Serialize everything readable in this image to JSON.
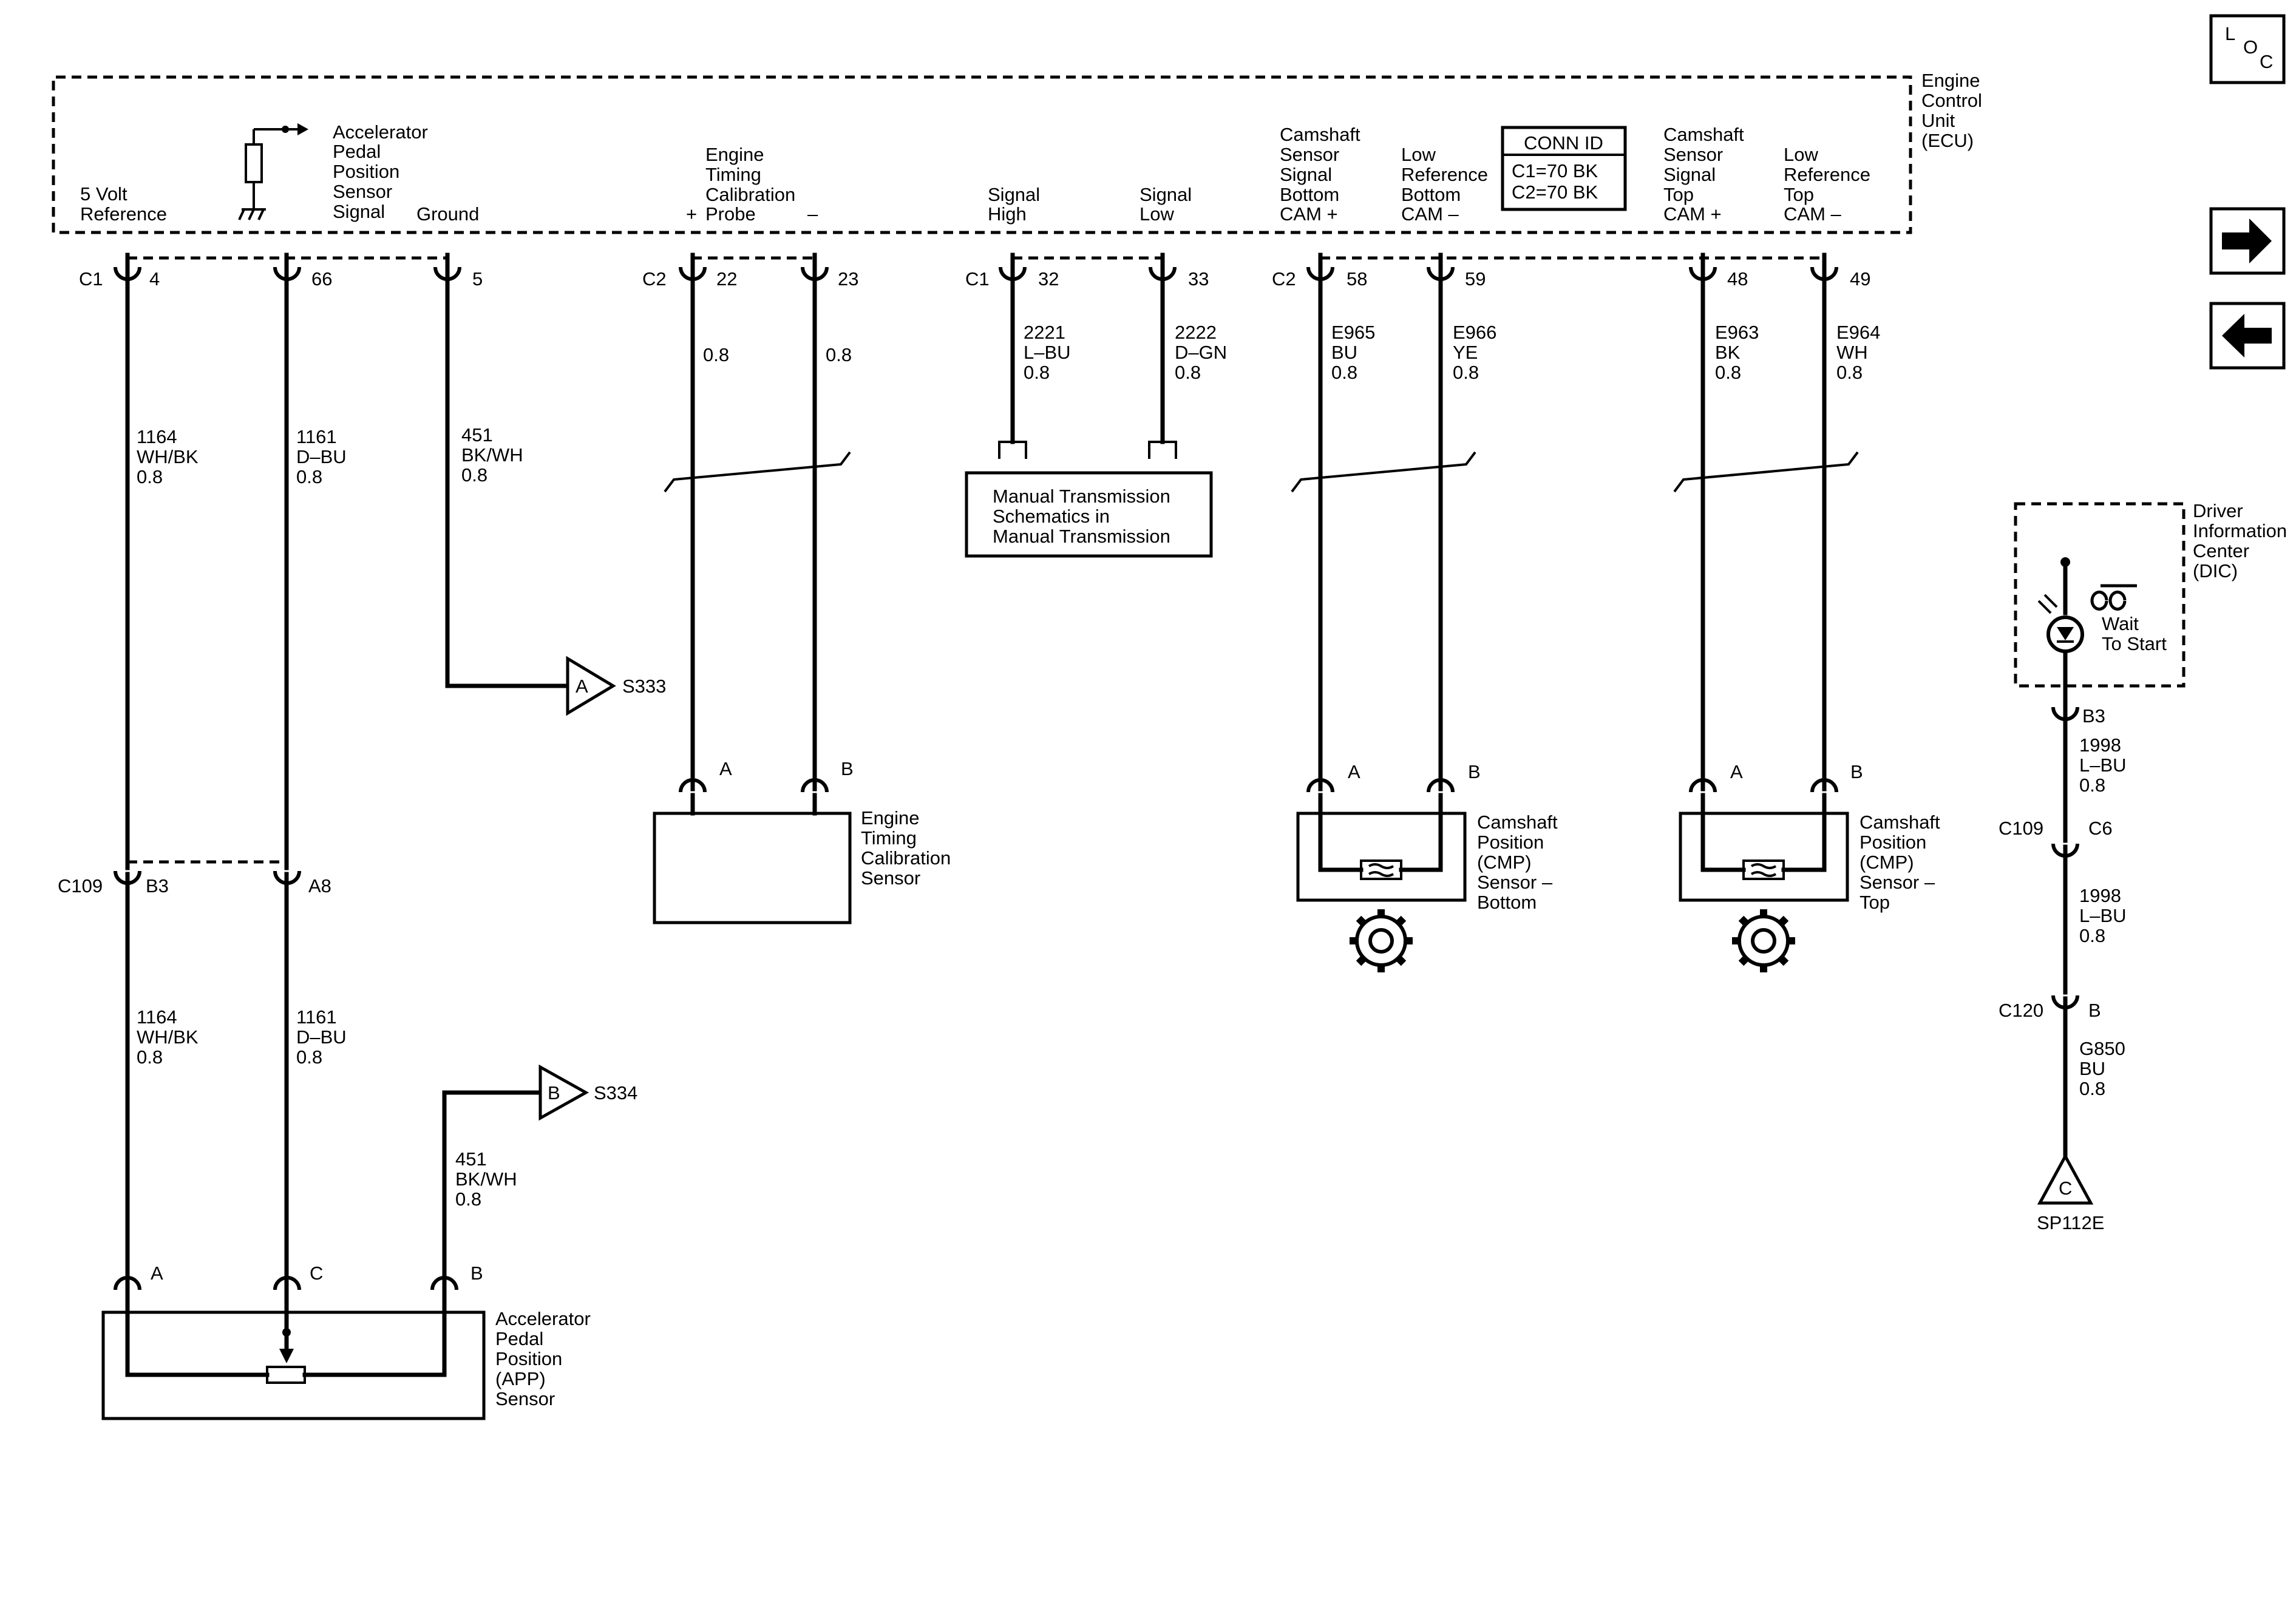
{
  "ecu": {
    "label": [
      "Engine",
      "Control",
      "Unit",
      "(ECU)"
    ],
    "conn_id": {
      "title": "CONN ID",
      "c1": "C1=70 BK",
      "c2": "C2=70 BK"
    }
  },
  "loc_button": {
    "l": "L",
    "o": "O",
    "c": "C"
  },
  "pin_labels": {
    "five_volt": [
      "5 Volt",
      "Reference"
    ],
    "app_signal": [
      "Accelerator",
      "Pedal",
      "Position",
      "Sensor",
      "Signal"
    ],
    "ground": "Ground",
    "etc_probe": [
      "Engine",
      "Timing",
      "Calibration",
      "Probe"
    ],
    "plus": "+",
    "minus": "–",
    "signal_high": [
      "Signal",
      "High"
    ],
    "signal_low": [
      "Signal",
      "Low"
    ],
    "cam_bottom_sig": [
      "Camshaft",
      "Sensor",
      "Signal",
      "Bottom",
      "CAM +"
    ],
    "low_ref_bottom": [
      "Low",
      "Reference",
      "Bottom",
      "CAM –"
    ],
    "cam_top_sig": [
      "Camshaft",
      "Sensor",
      "Signal",
      "Top",
      "CAM +"
    ],
    "low_ref_top": [
      "Low",
      "Reference",
      "Top",
      "CAM –"
    ]
  },
  "connectors": {
    "c1": "C1",
    "c2": "C2",
    "c109": "C109",
    "c120": "C120",
    "pins": {
      "p4": "4",
      "p66": "66",
      "p5": "5",
      "p22": "22",
      "p23": "23",
      "p32": "32",
      "p33": "33",
      "p58": "58",
      "p59": "59",
      "p48": "48",
      "p49": "49",
      "b3": "B3",
      "a8": "A8",
      "c6": "C6",
      "b": "B"
    }
  },
  "wires": {
    "w1164": [
      "1164",
      "WH/BK",
      "0.8"
    ],
    "w1161": [
      "1161",
      "D–BU",
      "0.8"
    ],
    "w451": [
      "451",
      "BK/WH",
      "0.8"
    ],
    "w_etc_plus": "0.8",
    "w_etc_minus": "0.8",
    "w2221": [
      "2221",
      "L–BU",
      "0.8"
    ],
    "w2222": [
      "2222",
      "D–GN",
      "0.8"
    ],
    "we965": [
      "E965",
      "BU",
      "0.8"
    ],
    "we966": [
      "E966",
      "YE",
      "0.8"
    ],
    "we963": [
      "E963",
      "BK",
      "0.8"
    ],
    "we964": [
      "E964",
      "WH",
      "0.8"
    ],
    "w1998": [
      "1998",
      "L–BU",
      "0.8"
    ],
    "wg850": [
      "G850",
      "BU",
      "0.8"
    ]
  },
  "components": {
    "manual_trans": [
      "Manual Transmission",
      "Schematics in",
      "Manual Transmission"
    ],
    "etc_sensor": [
      "Engine",
      "Timing",
      "Calibration",
      "Sensor"
    ],
    "cmp_bottom": [
      "Camshaft",
      "Position",
      "(CMP)",
      "Sensor –",
      "Bottom"
    ],
    "cmp_top": [
      "Camshaft",
      "Position",
      "(CMP)",
      "Sensor –",
      "Top"
    ],
    "app_sensor": [
      "Accelerator",
      "Pedal",
      "Position",
      "(APP)",
      "Sensor"
    ],
    "dic": [
      "Driver",
      "Information",
      "Center",
      "(DIC)"
    ],
    "wait_to_start": [
      "Wait",
      "To Start"
    ]
  },
  "component_pins": {
    "a": "A",
    "b": "B",
    "c": "C"
  },
  "splices": {
    "s333": {
      "letter": "A",
      "label": "S333"
    },
    "s334": {
      "letter": "B",
      "label": "S334"
    },
    "sp112e": {
      "letter": "C",
      "label": "SP112E"
    }
  }
}
